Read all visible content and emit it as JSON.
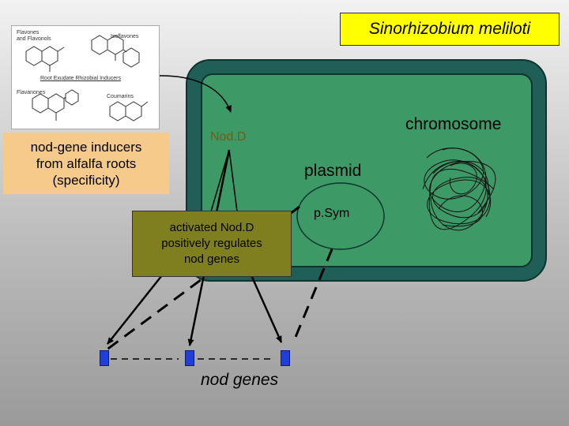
{
  "title": "Sinorhizobium meliloti",
  "inducer_panel": {
    "class_flavones": "Flavones\nand Flavonols",
    "class_isoflavones": "Isoflavones",
    "caption": "Root Exudate Rhizobial Inducers",
    "class_flavanones": "Flavanones",
    "class_coumarins": "Coumarins"
  },
  "inducer_label": "nod-gene inducers\nfrom alfalfa roots\n(specificity)",
  "labels": {
    "chromosome": "chromosome",
    "plasmid": "plasmid",
    "psym": "p.Sym",
    "nodd": "Nod.D"
  },
  "activated_label": "activated Nod.D\npositively regulates\nnod genes",
  "genes_label": "nod genes",
  "colors": {
    "title_bg": "#ffff00",
    "cell_outer": "#1f5f57",
    "cell_inner": "#3d9965",
    "plasmid": "#3d9965",
    "activated_box": "#7f7f1f",
    "inducer_box": "#f5ca8a",
    "gene": "#1f3fd6"
  },
  "gene_count": 3
}
